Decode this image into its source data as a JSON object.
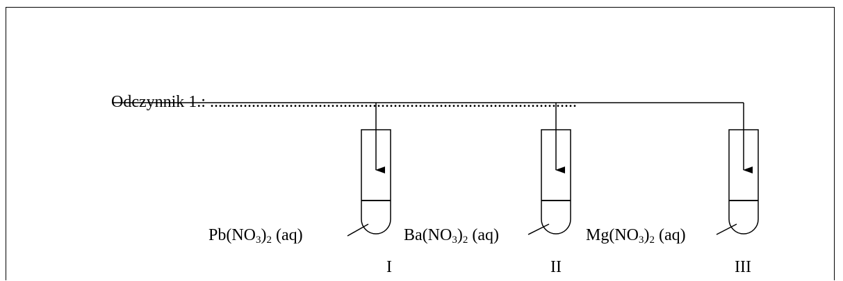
{
  "reagent_label": "Odczynnik 1.: ........................................................................................",
  "tubes": [
    {
      "numeral": "I",
      "solution": {
        "prefix": "Pb(NO",
        "subscript1": "3",
        "middle": ")",
        "subscript2": "2",
        "suffix": " (aq)"
      }
    },
    {
      "numeral": "II",
      "solution": {
        "prefix": "Ba(NO",
        "subscript1": "3",
        "middle": ")",
        "subscript2": "2",
        "suffix": " (aq)"
      }
    },
    {
      "numeral": "III",
      "solution": {
        "prefix": "Mg(NO",
        "subscript1": "3",
        "middle": ")",
        "subscript2": "2",
        "suffix": " (aq)"
      }
    }
  ]
}
